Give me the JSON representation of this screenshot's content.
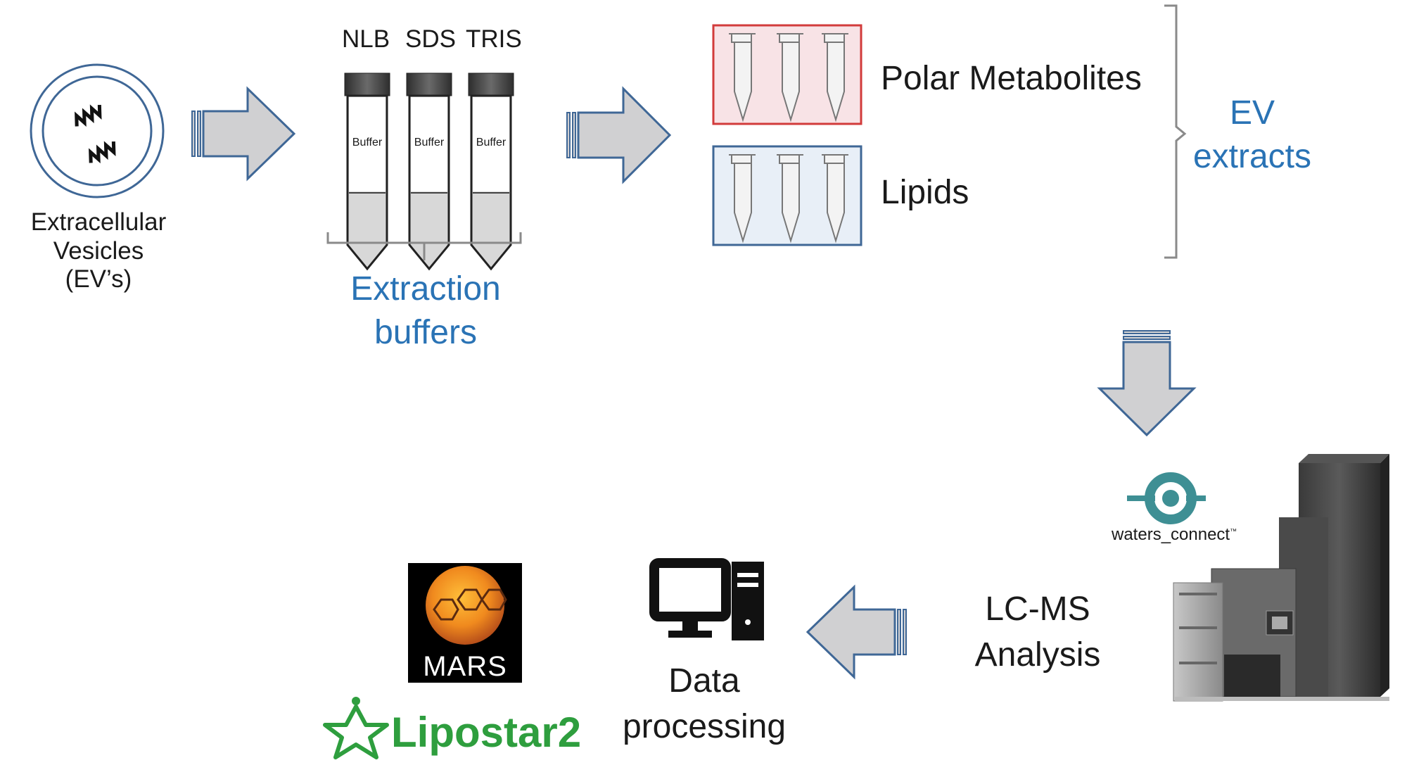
{
  "vesicles_label": [
    "Extracellular",
    "Vesicles",
    "(EV’s)"
  ],
  "buffer_names": [
    "NLB",
    "SDS",
    "TRIS"
  ],
  "tube_label": "Buffer",
  "extraction_label": [
    "Extraction",
    "buffers"
  ],
  "polar_label": "Polar Metabolites",
  "lipids_label": "Lipids",
  "ev_extracts_label": [
    "EV",
    "extracts"
  ],
  "waters_label": "waters_connect",
  "waters_tm": "™",
  "lcms_label": [
    "LC-MS",
    "Analysis"
  ],
  "data_processing_label": [
    "Data",
    "processing"
  ],
  "mars_label": "MARS",
  "lipostar_label": "Lipostar2",
  "colors": {
    "arrow_fill": "#d0d0d2",
    "arrow_stroke": "#3f6796",
    "blue_text": "#2a73b5",
    "polar_box_fill": "#f8e3e6",
    "polar_box_stroke": "#d23b3b",
    "lipid_box_fill": "#e8eff7",
    "lipid_box_stroke": "#3f6796",
    "waters_teal": "#3e8f94",
    "lipostar_green": "#2e9e3e"
  }
}
